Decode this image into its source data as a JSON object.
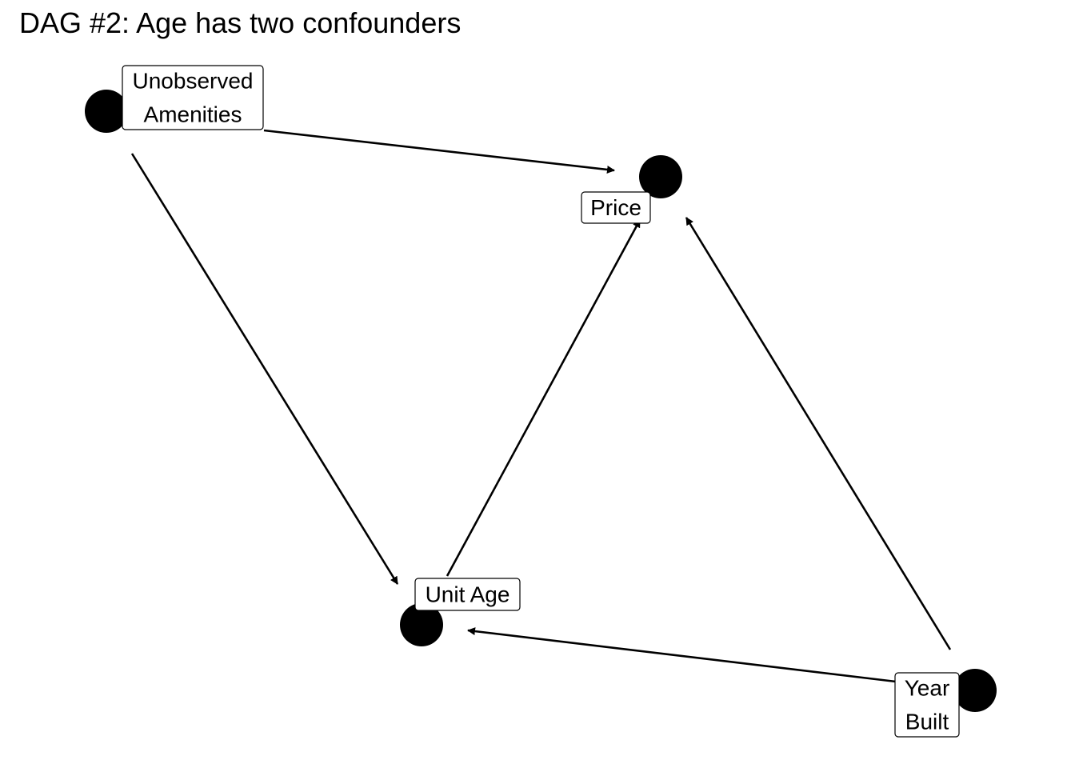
{
  "title": "DAG #2: Age has two confounders",
  "nodes": [
    {
      "id": "amenities",
      "label_lines": [
        "Unobserved",
        "Amenities"
      ]
    },
    {
      "id": "price",
      "label_lines": [
        "Price"
      ]
    },
    {
      "id": "unit_age",
      "label_lines": [
        "Unit Age"
      ]
    },
    {
      "id": "year_built",
      "label_lines": [
        "Year",
        "Built"
      ]
    }
  ],
  "edges": [
    {
      "from": "amenities",
      "to": "price"
    },
    {
      "from": "amenities",
      "to": "unit_age"
    },
    {
      "from": "unit_age",
      "to": "price"
    },
    {
      "from": "year_built",
      "to": "price"
    },
    {
      "from": "year_built",
      "to": "unit_age"
    }
  ],
  "colors": {
    "node": "#000000",
    "edge": "#000000",
    "label_background": "#ffffff",
    "label_border": "#000000",
    "text": "#000000"
  }
}
